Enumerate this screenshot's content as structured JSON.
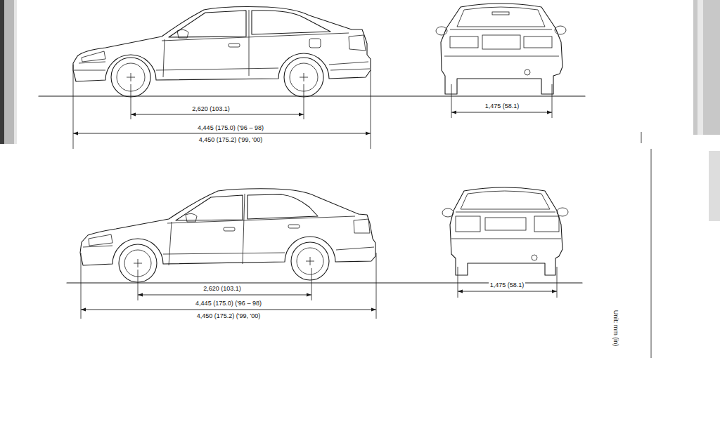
{
  "diagram": {
    "labels": [
      "2,620 (103.1)",
      "4,445 (175.0) ('96 – 98)",
      "4,450 (175.2) ('99, '00)",
      "1,475 (58.1)",
      "2,620 (103.1)",
      "4,445 (175.0) ('96 – 98)",
      "4,450 (175.2) ('99, '00)",
      "1,475 (58.1)",
      "Unit: mm (in)"
    ]
  }
}
